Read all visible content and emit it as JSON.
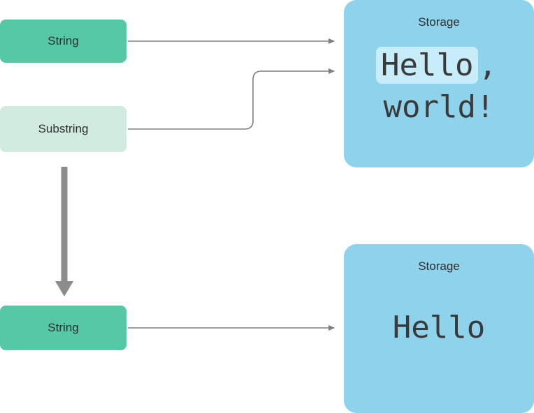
{
  "nodes": {
    "string_top": {
      "label": "String"
    },
    "substring": {
      "label": "Substring"
    },
    "string_bottom": {
      "label": "String"
    },
    "storage_top": {
      "title": "Storage",
      "line1_highlight": "Hello",
      "line1_rest": ",",
      "line2": "world!"
    },
    "storage_bottom": {
      "title": "Storage",
      "content": "Hello"
    }
  },
  "colors": {
    "string_box": "#57c8a5",
    "substring_box": "#d2ebe1",
    "storage_box": "#8ed2ec",
    "highlight": "#c6edf9",
    "arrow": "#7f7f7f",
    "thick_arrow": "#8c8c8c",
    "text": "#2d2d2d"
  }
}
